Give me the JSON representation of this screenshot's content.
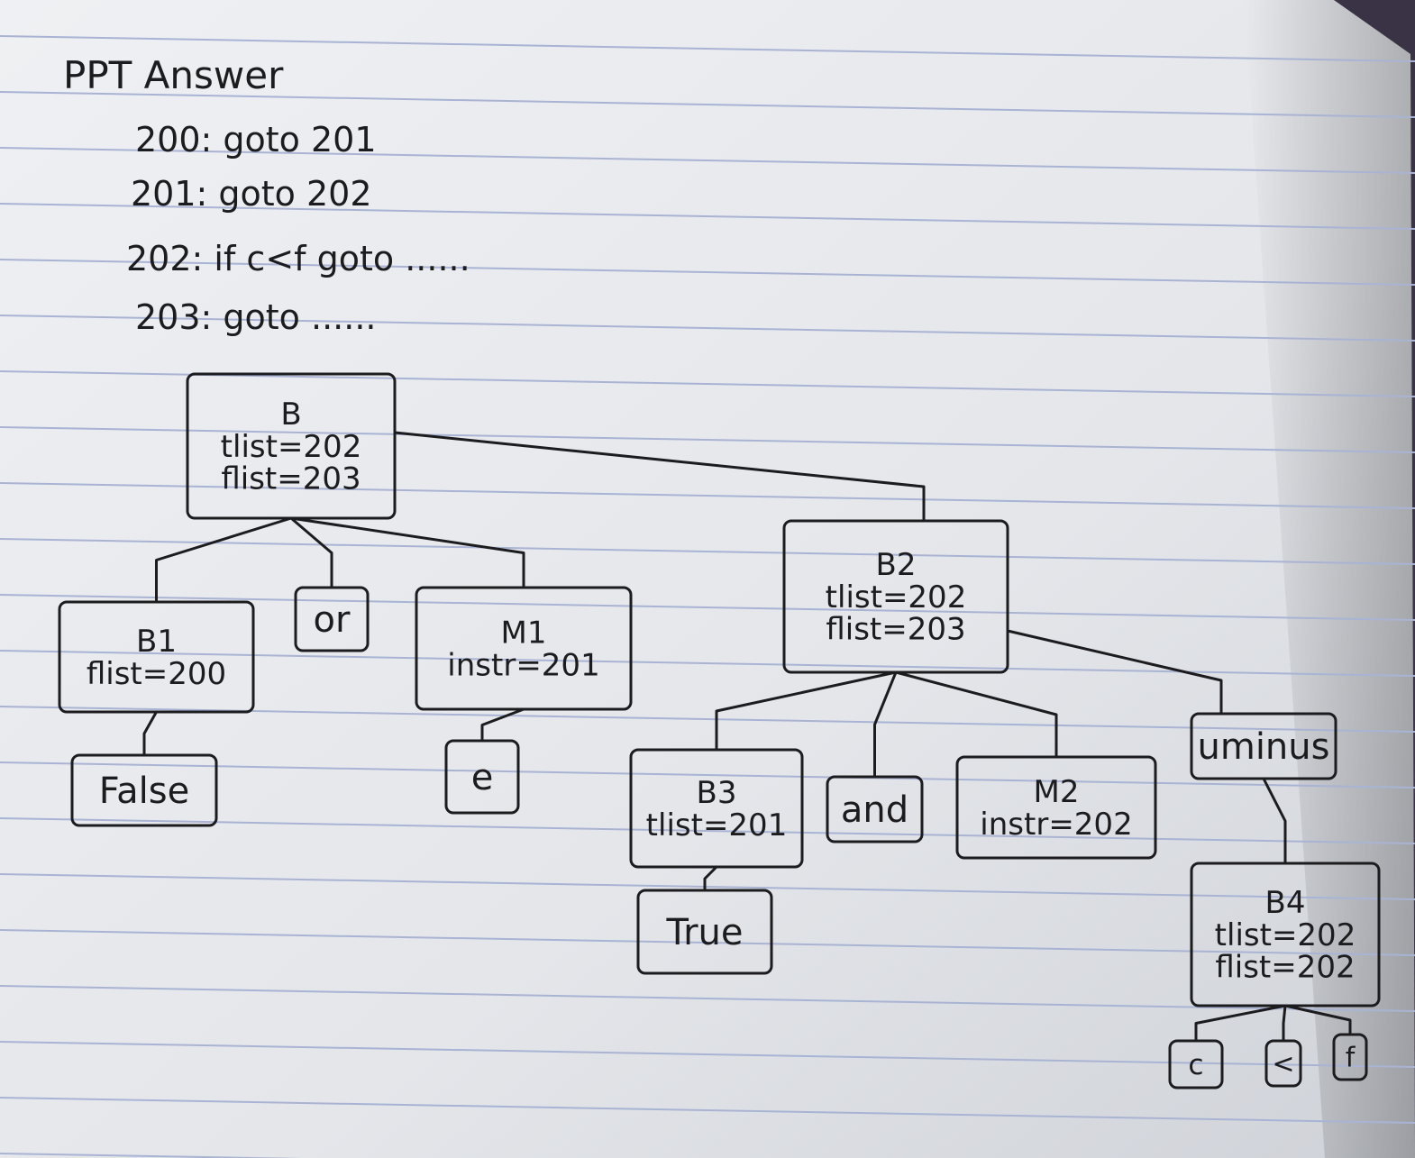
{
  "colors": {
    "paper": "#e6e8ec",
    "rule_line": "#a9b4d4",
    "ink": "#1c1c1e",
    "backdrop": "#3a3346"
  },
  "header": {
    "title": "PPT Answer",
    "lines": [
      "200: goto 201",
      "201: goto 202",
      "202: if c<f goto ......",
      "203: goto ......"
    ]
  },
  "tree": {
    "nodes": {
      "B": {
        "label": "B",
        "attrs": [
          "tlist=202",
          "flist=203"
        ]
      },
      "B1": {
        "label": "B1",
        "attrs": [
          "flist=200"
        ]
      },
      "or": {
        "label": "or",
        "attrs": []
      },
      "M1": {
        "label": "M1",
        "attrs": [
          "instr=201"
        ]
      },
      "False": {
        "label": "False",
        "attrs": []
      },
      "e": {
        "label": "e",
        "attrs": []
      },
      "B2": {
        "label": "B2",
        "attrs": [
          "tlist=202",
          "flist=203"
        ]
      },
      "B3": {
        "label": "B3",
        "attrs": [
          "tlist=201"
        ]
      },
      "and": {
        "label": "and",
        "attrs": []
      },
      "M2": {
        "label": "M2",
        "attrs": [
          "instr=202"
        ]
      },
      "uminus": {
        "label": "uminus",
        "attrs": []
      },
      "True": {
        "label": "True",
        "attrs": []
      },
      "B4": {
        "label": "B4",
        "attrs": [
          "tlist=202",
          "flist=202"
        ]
      },
      "c": {
        "label": "c",
        "attrs": []
      },
      "lt": {
        "label": "<",
        "attrs": []
      },
      "f": {
        "label": "f",
        "attrs": []
      }
    },
    "edges": [
      [
        "B",
        "B1"
      ],
      [
        "B",
        "or"
      ],
      [
        "B",
        "M1"
      ],
      [
        "B",
        "B2"
      ],
      [
        "B1",
        "False"
      ],
      [
        "M1",
        "e"
      ],
      [
        "B2",
        "B3"
      ],
      [
        "B2",
        "and"
      ],
      [
        "B2",
        "M2"
      ],
      [
        "B2",
        "uminus"
      ],
      [
        "B3",
        "True"
      ],
      [
        "uminus",
        "B4"
      ],
      [
        "B4",
        "c"
      ],
      [
        "B4",
        "lt"
      ],
      [
        "B4",
        "f"
      ]
    ]
  }
}
